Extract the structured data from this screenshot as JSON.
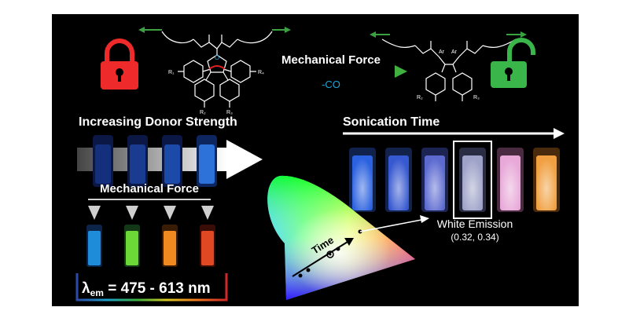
{
  "top": {
    "arrow_label": "Mechanical Force",
    "arrow_sub": "-CO",
    "substituents": {
      "r1": "R₁",
      "r2": "R₂",
      "r3": "R₃",
      "r4": "R₄"
    },
    "ring_o": "O",
    "ar": "Ar"
  },
  "left": {
    "donor_title": "Increasing Donor Strength",
    "force_title": "Mechanical Force",
    "lambda_symbol": "λ",
    "lambda_sub": "em",
    "lambda_value": " = 475 - 613 nm"
  },
  "right": {
    "sonication_title": "Sonication Time",
    "time_label": "Time",
    "white_title": "White Emission",
    "white_coords": "(0.32, 0.34)"
  },
  "colors": {
    "lock_red": "#ef2a2a",
    "lock_green": "#39b54a",
    "co_blue": "#1ba4d8"
  }
}
